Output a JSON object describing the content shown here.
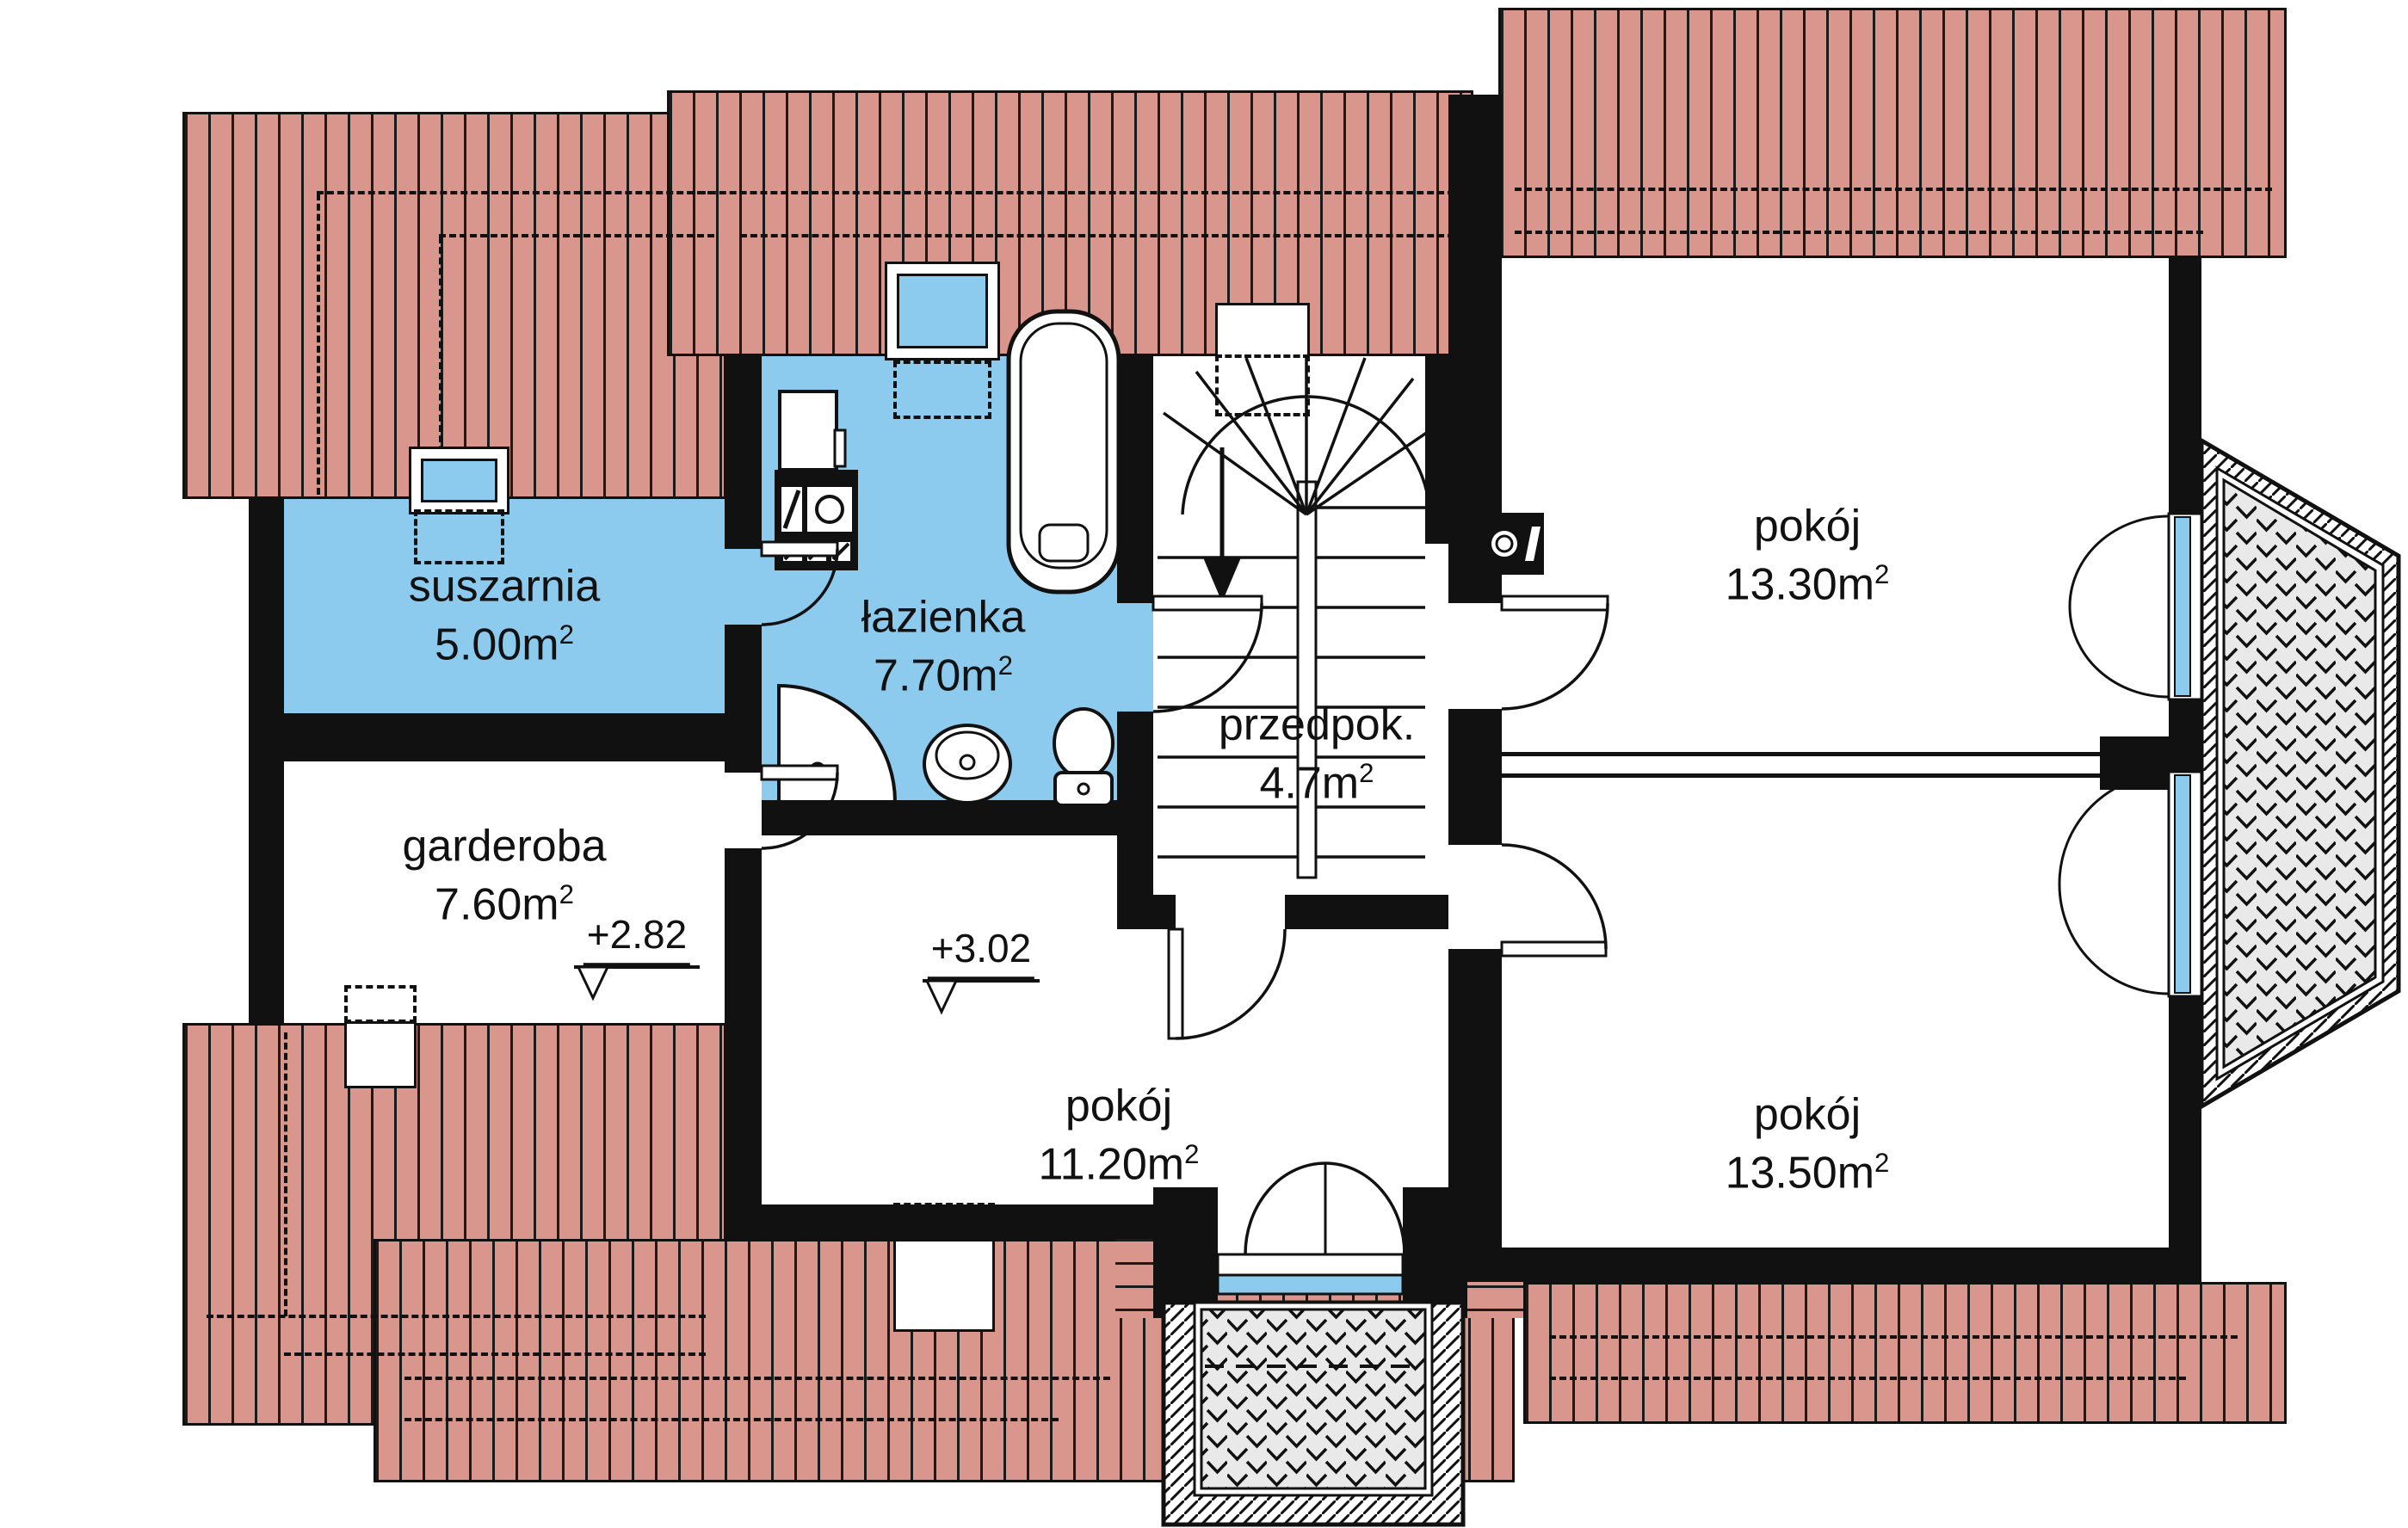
{
  "plan_title": "floor-plan-attic-storey",
  "rooms": [
    {
      "key": "suszarnia",
      "name": "suszarnia",
      "area": "5.00m",
      "area_sup": "2",
      "fill": "#8dcbee"
    },
    {
      "key": "garderoba",
      "name": "garderoba",
      "area": "7.60m",
      "area_sup": "2",
      "fill": "#ffffff"
    },
    {
      "key": "lazienka",
      "name": "łazienka",
      "area": "7.70m",
      "area_sup": "2",
      "fill": "#8dcbee"
    },
    {
      "key": "przedpok",
      "name": "przedpok.",
      "area": "4.7m",
      "area_sup": "2",
      "fill": "#ffffff"
    },
    {
      "key": "pokoj-11-20",
      "name": "pokój",
      "area": "11.20m",
      "area_sup": "2",
      "fill": "#ffffff"
    },
    {
      "key": "pokoj-13-30",
      "name": "pokój",
      "area": "13.30m",
      "area_sup": "2",
      "fill": "#ffffff"
    },
    {
      "key": "pokoj-13-50",
      "name": "pokój",
      "area": "13.50m",
      "area_sup": "2",
      "fill": "#ffffff"
    }
  ],
  "levels": [
    {
      "label": "+2.82"
    },
    {
      "label": "+3.02"
    }
  ],
  "fixtures": [
    "bathtub-icon",
    "shower-icon",
    "washbasin-icon",
    "toilet-icon",
    "washing-machine-icon",
    "stove-counter-icon",
    "staircase",
    "chimney-flue-icon"
  ],
  "colors": {
    "roof": "#d9968c",
    "roof_line": "#1b1b1b",
    "wet_room_blue": "#8dcbee",
    "wall_black": "#111111",
    "balcony_gray": "#e9e9e9",
    "background": "#ffffff"
  }
}
